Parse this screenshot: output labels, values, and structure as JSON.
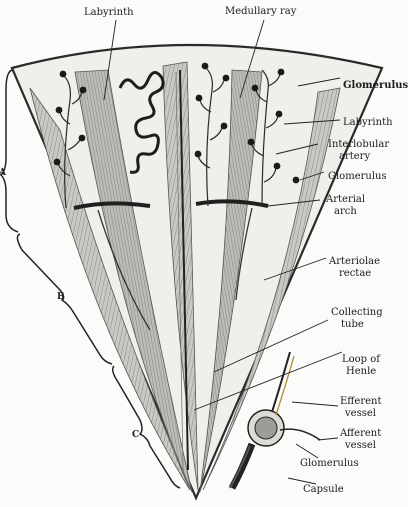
{
  "top_labels": {
    "labyrinth": "Labyrinth",
    "medullary_ray": "Medullary ray"
  },
  "right_labels": {
    "glomerulus_1": "Glomerulus",
    "labyrinth": "Labyrinth",
    "interlobular_artery_1": "Interlobular",
    "interlobular_artery_2": "artery",
    "glomerulus_2": "Glomerulus",
    "arterial_arch_1": "Arterial",
    "arterial_arch_2": "arch",
    "arteriolae_rectae_1": "Arteriolae",
    "arteriolae_rectae_2": "rectae",
    "collecting_tube_1": "Collecting",
    "collecting_tube_2": "tube",
    "loop_of_henle_1": "Loop of",
    "loop_of_henle_2": "Henle",
    "efferent_vessel_1": "Efferent",
    "efferent_vessel_2": "vessel",
    "afferent_vessel_1": "Afferent",
    "afferent_vessel_2": "vessel",
    "glomerulus_3": "Glomerulus",
    "capsule": "Capsule"
  },
  "zone_labels": {
    "a": "A",
    "b": "B",
    "c": "C"
  }
}
